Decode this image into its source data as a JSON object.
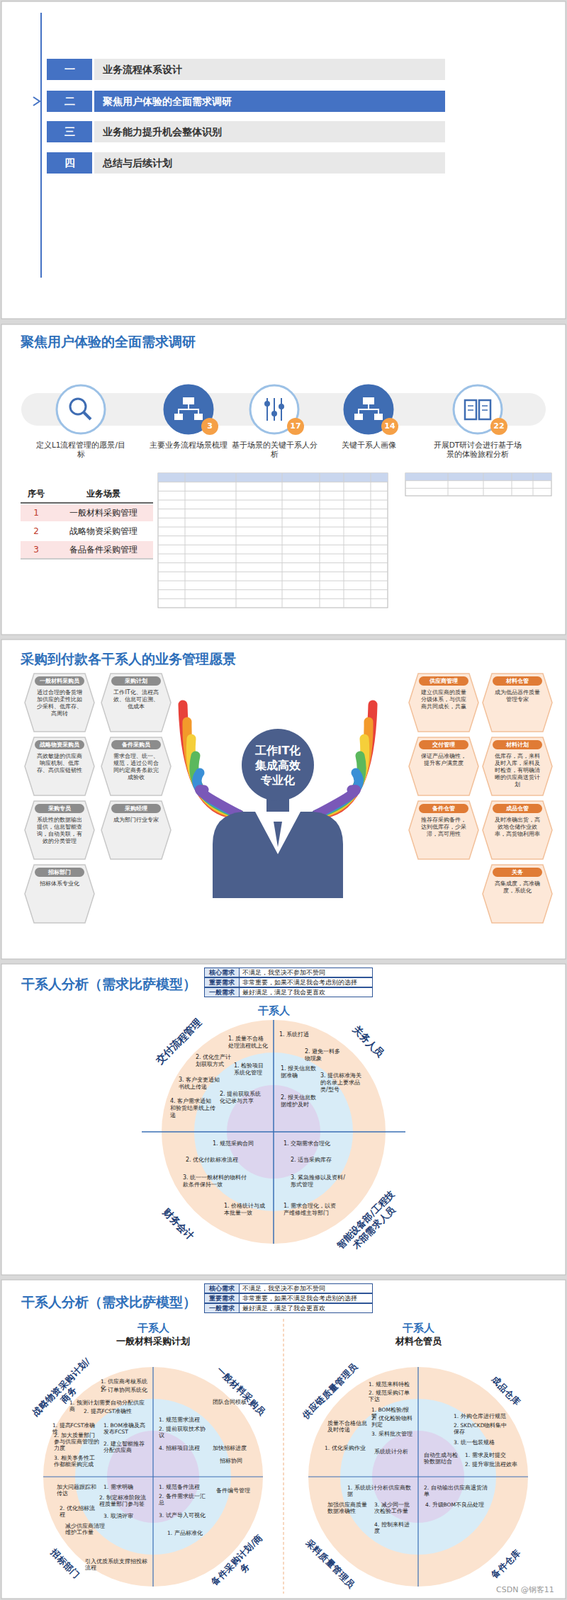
{
  "diagram": {
    "nodes": [
      {
        "text": [
          "一",
          "业务流程体系设计"
        ]
      },
      {
        "text": [
          "二",
          "聚焦用户体验的全面需求调研"
        ]
      },
      {
        "text": [
          "三",
          "业务能力提升机会整体识别"
        ]
      },
      {
        "text": [
          "四",
          "总结与后续计划"
        ]
      },
      {
        "text": [
          "定义L1流程管理的愿景/目标"
        ]
      },
      {
        "text": [
          "主要业务流程场景梳理",
          "3"
        ]
      },
      {
        "text": [
          "基于场景的关键干系人分析",
          "17"
        ]
      },
      {
        "text": [
          "关键干系人画像",
          "14"
        ]
      },
      {
        "text": [
          "开展DT研讨会进行基于场景的体验旅程分析",
          "22"
        ]
      },
      {
        "text": [
          "工作IT化 集成高效 专业化"
        ]
      },
      {
        "text": [
          "一般材料采购员",
          "通过合理的备货增加供应的柔性比如少采料、低库存、高周转"
        ]
      },
      {
        "text": [
          "采购计划",
          "工作IT化、流程高效、信息可追溯、低成本"
        ]
      },
      {
        "text": [
          "战略物资采购员",
          "高效敏捷的供应商响应机制、低库存、高供应链韧性"
        ]
      },
      {
        "text": [
          "备件采购员",
          "需求合理、统一、规范，通过公司合同约定商务条款完成验收"
        ]
      },
      {
        "text": [
          "采购专员",
          "系统性的数据输出提供，信息智能查询，自动关联，有效的分类管理"
        ]
      },
      {
        "text": [
          "采购经理",
          "成为部门行业专家"
        ]
      },
      {
        "text": [
          "招标部门",
          "招标体系专业化"
        ]
      },
      {
        "text": [
          "供应商管理",
          "建立供应商的质量分级体系，与供应商共同成长，共赢"
        ]
      },
      {
        "text": [
          "材料仓管",
          "成为低品器件质量管理专家"
        ]
      },
      {
        "text": [
          "交付管理",
          "保证产品准确性，提升客户满意度"
        ]
      },
      {
        "text": [
          "材料计划",
          "低库存，高，来料及时入库，采料及时检查，有明确清晰的供应商送货计划"
        ]
      },
      {
        "text": [
          "备件仓管",
          "推荐存采购备件，达到低库存，少呆滞，高可用性"
        ]
      },
      {
        "text": [
          "成品仓管",
          "及时准确出货，高效地仓储作业效率，高货物利用率"
        ]
      },
      {
        "text": [
          "关务",
          "高集成度，高准确度，系统化"
        ]
      },
      {
        "text": [
          "核心需求",
          "不满足，我坚决不参加不赞同"
        ]
      },
      {
        "text": [
          "重要需求",
          "非常重要，如果不满足我会考虑别的选择"
        ]
      },
      {
        "text": [
          "一般需求",
          "最好满足，满足了我会更喜欢"
        ]
      },
      {
        "text": [
          "核心需求",
          "不满足，我坚决不参加不赞同"
        ]
      },
      {
        "text": [
          "重要需求",
          "非常重要，如果不满足我会考虑别的选择"
        ]
      },
      {
        "text": [
          "一般需求",
          "最好满足，满足了我会更喜欢"
        ]
      }
    ],
    "labels": [
      "聚焦用户体验的全面需求调研",
      "序号",
      "业务场景",
      "1",
      "一般材料采购管理",
      "2",
      "战略物资采购管理",
      "3",
      "备品备件采购管理",
      "采购到付款各干系人的业务管理愿景",
      "干系人分析（需求比萨模型）",
      "干系人",
      "交付流程管理",
      "关务人员",
      "1. 质量不合格处理流程线上化",
      "2. 优化生产计划获取方式",
      "1. 检验项目系统化管理",
      "3. 客户变更通知书线上传递",
      "2. 提前获取系统化记录与共享",
      "4. 客户需求通知和验货结果线上传递",
      "1. 系统打通",
      "2. 避免一料多物现象",
      "1. 报关信息数据准确",
      "3. 提供标准海关的名录上要求品类/型号",
      "2. 报关信息数据维护及时",
      "1. 规范采购合同",
      "2. 优化付款标准流程",
      "3. 统一一般材料的物料付款条件保持一致",
      "1. 价格统计与成本批量一致",
      "1. 交期需求合理化",
      "2. 适当采购库存",
      "3. 紧急推修以及资料/形式管理",
      "1. 需求合理化，以资产维修维主导部门",
      "财务会计",
      "智能设备部/工程技术部需求人员",
      "干系人分析（需求比萨模型）",
      "干系人",
      "一般材料采购计划",
      "战略物资采购计划/商务",
      "一般材料采购员",
      "1. 供应商考核系统化",
      "2. 订单协同系统化",
      "1. 预测计划需要自动分配供应商",
      "2. 提高FCST准确性",
      "1. 提高FCST准确性",
      "2. 加大质量部门参与供应商管理的力度",
      "3. 相关事务性工作都能采购完成",
      "1. BOM准确及高发布FCST",
      "2. 建立智能推荐分配供应商",
      "团队合同模板",
      "1. 规范需求流程",
      "2. 提前获取技术协议",
      "4. 招标项目流程",
      "加快招标进度",
      "招标协同",
      "加大问题跟踪和传达",
      "1. 需求明确",
      "2. 制定标准阶段流程质量部门参与签",
      "3. 取消评审",
      "2. 优化招标流程",
      "减少供应商清理维护工作量",
      "引入优质系统支撑招投标流程",
      "1. 规范备件流程",
      "2. 备件需求统一汇总",
      "备件编号管理",
      "3. 试产导入可视化",
      "1. 产品标准化",
      "招标部门",
      "备件采购计划/商务",
      "干系人",
      "材料仓管员",
      "供应链质量管理员",
      "成品仓库",
      "1. 规范来料特检",
      "2. 规范采购订单下达",
      "1. BOM检验/报警",
      "2. 优化检验物料判定",
      "3. 采料批次管理",
      "质量不合格信息及时传递",
      "1. 优化采购作业",
      "系统统计分析",
      "1. 外购仓库进行规范",
      "2. SKD/CKD物料集中保存",
      "3. 统一包装规格",
      "自动生成与检验数据结合",
      "1. 需求及时提交",
      "2. 提升审批流程效率",
      "1. 系统统计分析供应商数据",
      "加强供应商质量数据准确性",
      "3. 减少同一批次检验工作量",
      "4. 控制来料进度",
      "2. 自动输出供应商退货清单",
      "4. 升级BOM不良品处理",
      "采料质量管理员",
      "备件仓库",
      "CSDN @钢客11"
    ]
  }
}
